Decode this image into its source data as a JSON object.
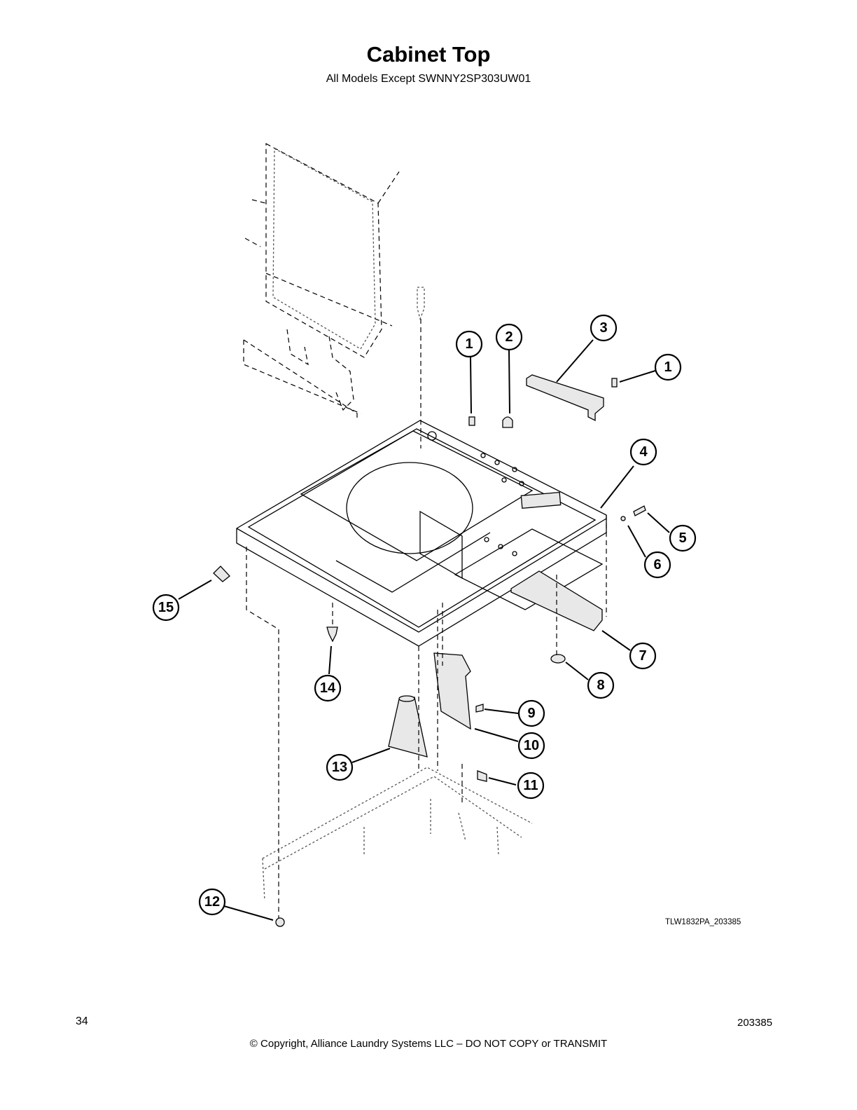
{
  "header": {
    "title": "Cabinet Top",
    "subtitle": "All Models Except SWNNY2SP303UW01"
  },
  "callouts": [
    {
      "id": "callout-1a",
      "label": "1"
    },
    {
      "id": "callout-2",
      "label": "2"
    },
    {
      "id": "callout-3",
      "label": "3"
    },
    {
      "id": "callout-1b",
      "label": "1"
    },
    {
      "id": "callout-4",
      "label": "4"
    },
    {
      "id": "callout-5",
      "label": "5"
    },
    {
      "id": "callout-6",
      "label": "6"
    },
    {
      "id": "callout-7",
      "label": "7"
    },
    {
      "id": "callout-8",
      "label": "8"
    },
    {
      "id": "callout-9",
      "label": "9"
    },
    {
      "id": "callout-10",
      "label": "10"
    },
    {
      "id": "callout-11",
      "label": "11"
    },
    {
      "id": "callout-12",
      "label": "12"
    },
    {
      "id": "callout-13",
      "label": "13"
    },
    {
      "id": "callout-14",
      "label": "14"
    },
    {
      "id": "callout-15",
      "label": "15"
    }
  ],
  "drawing_code": "TLW1832PA_203385",
  "footer": {
    "page_number": "34",
    "copyright": "© Copyright, Alliance Laundry Systems LLC – DO NOT COPY or TRANSMIT",
    "doc_number": "203385"
  }
}
